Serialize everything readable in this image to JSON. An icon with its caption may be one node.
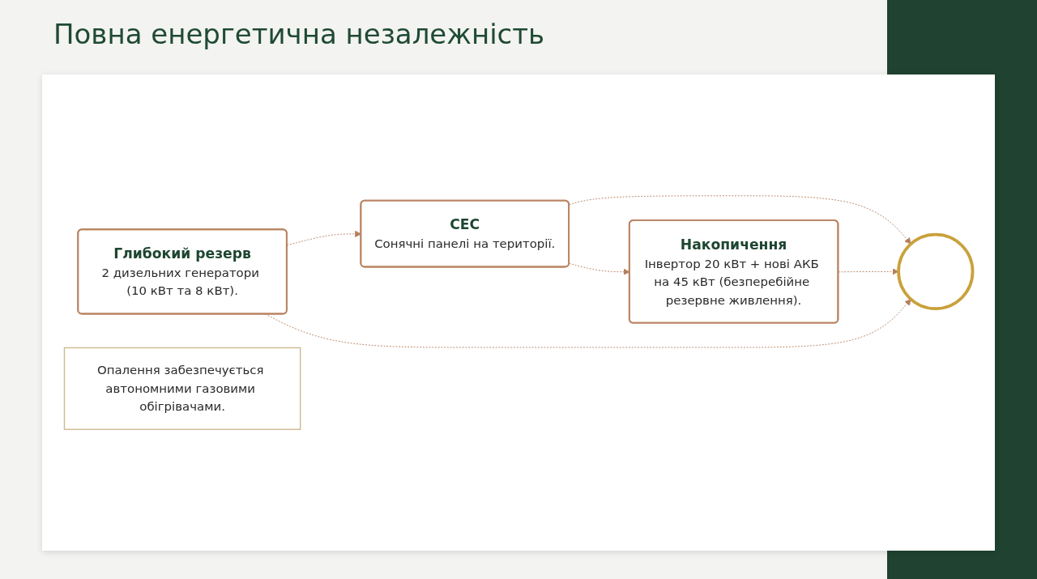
{
  "diagram": {
    "title": "Повна енергетична незалежність",
    "nodes": [
      {
        "text": [
          "СЕС",
          "Сонячні панелі на території."
        ]
      },
      {
        "text": [
          "Накопичення",
          "Інвертор 20 кВт + нові АКБ на 45 кВт (безперебійне резервне живлення)."
        ]
      },
      {
        "text": [],
        "shape": "circle"
      },
      {
        "text": [
          "Глибокий резерв",
          "2 дизельних генератори (10 кВт та 8 кВт)."
        ]
      },
      {
        "text": [
          "Опалення забезпечується автономними газовими обігрівачами."
        ]
      }
    ],
    "edges": [
      {
        "from": 0,
        "to": 1,
        "arrow": "to",
        "style": "dashed"
      },
      {
        "from": 3,
        "to": 0,
        "arrow": "to",
        "style": "dashed"
      },
      {
        "from": 0,
        "to": 2,
        "arrow": "to",
        "style": "dashed"
      },
      {
        "from": 1,
        "to": 2,
        "arrow": "to",
        "style": "dashed"
      },
      {
        "from": 3,
        "to": 2,
        "arrow": "to",
        "style": "dashed"
      }
    ]
  }
}
